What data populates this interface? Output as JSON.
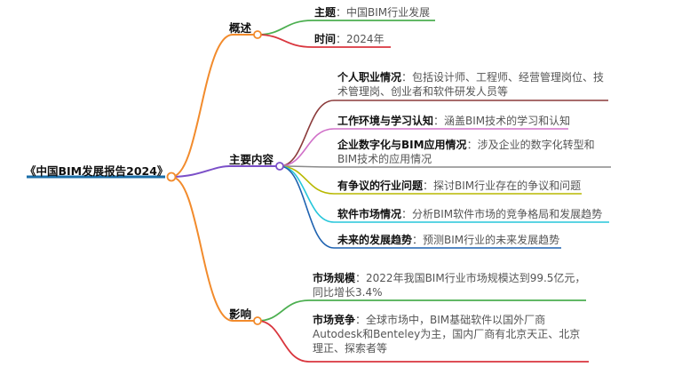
{
  "root": {
    "title": "《中国BIM发展报告2024》",
    "color": "#1a6ea8"
  },
  "branches": [
    {
      "label": "概述",
      "leaves": [
        {
          "key": "主题",
          "sep": "：",
          "text": "中国BIM行业发展",
          "color": "#4caf50"
        },
        {
          "key": "时间",
          "sep": "：",
          "text": "2024年",
          "color": "#d9363e"
        }
      ]
    },
    {
      "label": "主要内容",
      "leaves": [
        {
          "key": "个人职业情况",
          "sep": "：",
          "text": "包括设计师、工程师、经营管理岗位、技",
          "text2": "术管理岗、创业者和软件研发人员等",
          "color": "#8b3a3a"
        },
        {
          "key": "工作环境与学习认知",
          "sep": "：",
          "text": "涵盖BIM技术的学习和认知",
          "color": "#d070c8"
        },
        {
          "key": "企业数字化与BIM应用情况",
          "sep": "：",
          "text": "涉及企业的数字化转型和",
          "text2": "BIM技术的应用情况",
          "color": "#8a8a8a"
        },
        {
          "key": "有争议的行业问题",
          "sep": "：",
          "text": "探讨BIM行业存在的争议和问题",
          "color": "#b8b800"
        },
        {
          "key": "软件市场情况",
          "sep": "：",
          "text": "分析BIM软件市场的竞争格局和发展趋势",
          "color": "#26c6da"
        },
        {
          "key": "未来的发展趋势",
          "sep": "：",
          "text": "预测BIM行业的未来发展趋势",
          "color": "#1e62b0"
        }
      ]
    },
    {
      "label": "影响",
      "leaves": [
        {
          "key": "市场规模",
          "sep": "：",
          "text": "2022年我国BIM行业市场规模达到99.5亿元，",
          "text2": "同比增长3.4%",
          "color": "#4caf50"
        },
        {
          "key": "市场竞争",
          "sep": "：",
          "text": "全球市场中，BIM基础软件以国外厂商",
          "text2": "Autodesk和Benteley为主，国内厂商有北京天正、北京",
          "text3": "理正、探索者等",
          "color": "#d9363e"
        }
      ]
    }
  ],
  "trunk_color": "#f28b2c",
  "mid_color": "#7b4fc8"
}
